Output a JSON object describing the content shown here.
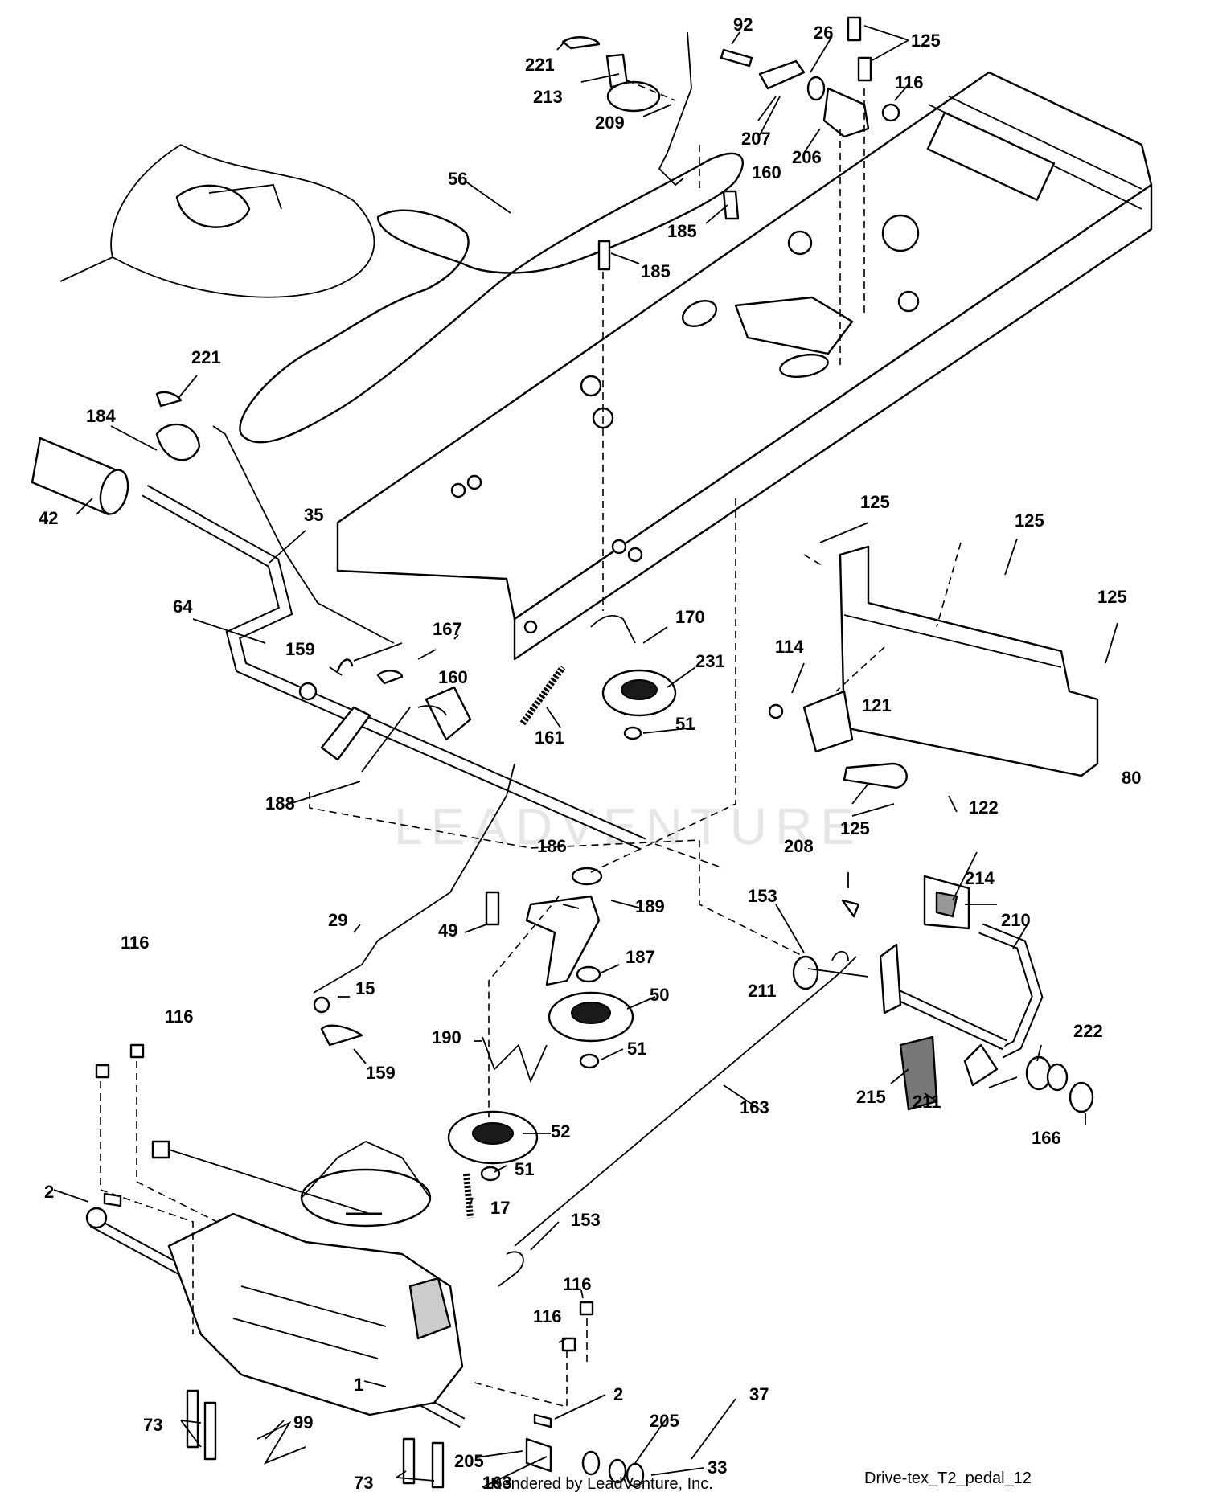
{
  "diagram": {
    "figure_id": "Drive-tex_T2_pedal_12",
    "credit": "Rendered by LeadVenture, Inc.",
    "watermark": "LEADVENTURE"
  },
  "callouts": [
    {
      "id": "c92",
      "label": "92"
    },
    {
      "id": "c26",
      "label": "26"
    },
    {
      "id": "c125a",
      "label": "125"
    },
    {
      "id": "c221a",
      "label": "221"
    },
    {
      "id": "c213",
      "label": "213"
    },
    {
      "id": "c116a",
      "label": "116"
    },
    {
      "id": "c209",
      "label": "209"
    },
    {
      "id": "c207",
      "label": "207"
    },
    {
      "id": "c206",
      "label": "206"
    },
    {
      "id": "c160a",
      "label": "160"
    },
    {
      "id": "c56",
      "label": "56"
    },
    {
      "id": "c185a",
      "label": "185"
    },
    {
      "id": "c185b",
      "label": "185"
    },
    {
      "id": "c221b",
      "label": "221"
    },
    {
      "id": "c184",
      "label": "184"
    },
    {
      "id": "c42",
      "label": "42"
    },
    {
      "id": "c35",
      "label": "35"
    },
    {
      "id": "c64",
      "label": "64"
    },
    {
      "id": "c125b",
      "label": "125"
    },
    {
      "id": "c125c",
      "label": "125"
    },
    {
      "id": "c125d",
      "label": "125"
    },
    {
      "id": "c114",
      "label": "114"
    },
    {
      "id": "c170",
      "label": "170"
    },
    {
      "id": "c167",
      "label": "167"
    },
    {
      "id": "c159a",
      "label": "159"
    },
    {
      "id": "c160b",
      "label": "160"
    },
    {
      "id": "c231",
      "label": "231"
    },
    {
      "id": "c161",
      "label": "161"
    },
    {
      "id": "c51a",
      "label": "51"
    },
    {
      "id": "c121",
      "label": "121"
    },
    {
      "id": "c80",
      "label": "80"
    },
    {
      "id": "c122",
      "label": "122"
    },
    {
      "id": "c188",
      "label": "188"
    },
    {
      "id": "c186",
      "label": "186"
    },
    {
      "id": "c208",
      "label": "208"
    },
    {
      "id": "c125e",
      "label": "125"
    },
    {
      "id": "c214",
      "label": "214"
    },
    {
      "id": "c29",
      "label": "29"
    },
    {
      "id": "c49",
      "label": "49"
    },
    {
      "id": "c189",
      "label": "189"
    },
    {
      "id": "c153a",
      "label": "153"
    },
    {
      "id": "c210",
      "label": "210"
    },
    {
      "id": "c116b",
      "label": "116"
    },
    {
      "id": "c187",
      "label": "187"
    },
    {
      "id": "c211a",
      "label": "211"
    },
    {
      "id": "c15",
      "label": "15"
    },
    {
      "id": "c50",
      "label": "50"
    },
    {
      "id": "c116c",
      "label": "116"
    },
    {
      "id": "c222",
      "label": "222"
    },
    {
      "id": "c190",
      "label": "190"
    },
    {
      "id": "c51b",
      "label": "51"
    },
    {
      "id": "c159b",
      "label": "159"
    },
    {
      "id": "c215",
      "label": "215"
    },
    {
      "id": "c211b",
      "label": "211"
    },
    {
      "id": "c163a",
      "label": "163"
    },
    {
      "id": "c52",
      "label": "52"
    },
    {
      "id": "c166",
      "label": "166"
    },
    {
      "id": "c51c",
      "label": "51"
    },
    {
      "id": "c2a",
      "label": "2"
    },
    {
      "id": "c17",
      "label": "17"
    },
    {
      "id": "c153b",
      "label": "153"
    },
    {
      "id": "c116d",
      "label": "116"
    },
    {
      "id": "c116e",
      "label": "116"
    },
    {
      "id": "c2b",
      "label": "2"
    },
    {
      "id": "c37",
      "label": "37"
    },
    {
      "id": "c73a",
      "label": "73"
    },
    {
      "id": "c99",
      "label": "99"
    },
    {
      "id": "c1",
      "label": "1"
    },
    {
      "id": "c205a",
      "label": "205"
    },
    {
      "id": "c205b",
      "label": "205"
    },
    {
      "id": "c33",
      "label": "33"
    },
    {
      "id": "c73b",
      "label": "73"
    },
    {
      "id": "c163b",
      "label": "163"
    }
  ]
}
